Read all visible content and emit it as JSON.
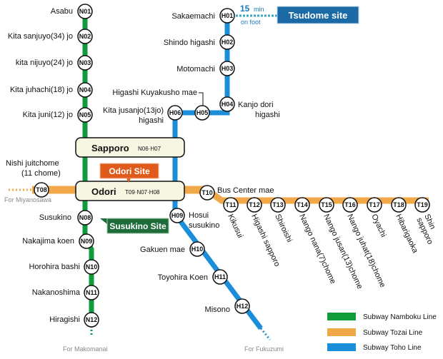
{
  "colors": {
    "namboku": "#119b3a",
    "tozai": "#f0a848",
    "toho": "#1a8ed8",
    "site_blue": "#1b6aa5",
    "site_orange": "#e05a1c",
    "site_green": "#1f6b3a"
  },
  "stations": {
    "N01": {
      "code": "N01",
      "name": "Asabu"
    },
    "N02": {
      "code": "N02",
      "name": "Kita sanjuyo(34) jo"
    },
    "N03": {
      "code": "N03",
      "name": "kita nijuyo(24) jo"
    },
    "N04": {
      "code": "N04",
      "name": "Kita juhachi(18) jo"
    },
    "N05": {
      "code": "N05",
      "name": "Kita juni(12) jo"
    },
    "N08": {
      "code": "N08",
      "name": "Susukino"
    },
    "N09": {
      "code": "N09",
      "name": "Nakajima koen"
    },
    "N10": {
      "code": "N10",
      "name": "Horohira bashi"
    },
    "N11": {
      "code": "N11",
      "name": "Nakanoshima"
    },
    "N12": {
      "code": "N12",
      "name": "Hiragishi"
    },
    "H01": {
      "code": "H01",
      "name": "Sakaemachi"
    },
    "H02": {
      "code": "H02",
      "name": "Shindo higashi"
    },
    "H03": {
      "code": "H03",
      "name": "Motomachi"
    },
    "H04": {
      "code": "H04",
      "name_1": "Kanjo dori",
      "name_2": "higashi"
    },
    "H05": {
      "code": "H05",
      "name": "Higashi Kuyakusho mae"
    },
    "H06": {
      "code": "H06",
      "name_1": "Kita jusanjo(13jo)",
      "name_2": "higashi"
    },
    "H09": {
      "code": "H09",
      "name_1": "Hosui",
      "name_2": "susukino"
    },
    "H10": {
      "code": "H10",
      "name": "Gakuen mae"
    },
    "H11": {
      "code": "H11",
      "name": "Toyohira Koen"
    },
    "H12": {
      "code": "H12",
      "name": "Misono"
    },
    "T08": {
      "code": "T08",
      "name_1": "Nishi juitchome",
      "name_2": "(11 chome)"
    },
    "T10": {
      "code": "T10",
      "name": "Bus Center mae"
    },
    "T11": {
      "code": "T11",
      "name": "Kikusui"
    },
    "T12": {
      "code": "T12",
      "name": "Higashi sapporo"
    },
    "T13": {
      "code": "T13",
      "name": "Shiroishi"
    },
    "T14": {
      "code": "T14",
      "name": "Nango nana(7)chome"
    },
    "T15": {
      "code": "T15",
      "name": "Nango jusan(13)chome"
    },
    "T16": {
      "code": "T16",
      "name": "Nango juhat(18)chome"
    },
    "T17": {
      "code": "T17",
      "name": "Oyachi"
    },
    "T18": {
      "code": "T18",
      "name": "Hibarigaoka"
    },
    "T19": {
      "code": "T19",
      "name_1": "Shin",
      "name_2": "sapporo"
    }
  },
  "hubs": {
    "sapporo": {
      "name": "Sapporo",
      "codes": "N06·H07"
    },
    "odori": {
      "name": "Odori",
      "codes": "T09·N07·H08"
    }
  },
  "sites": {
    "tsudome": "Tsudome site",
    "odori": "Odori Site",
    "susukino": "Susukino Site"
  },
  "walk": {
    "number": "15",
    "unit": "min",
    "note": "on foot"
  },
  "directions": {
    "miyanosawa": "For Miyanosawa",
    "makomanai": "For Makomanai",
    "fukuzumi": "For Fukuzumi"
  },
  "legend": [
    {
      "label": "Subway Namboku Line",
      "color": "#119b3a"
    },
    {
      "label": "Subway Tozai Line",
      "color": "#f0a848"
    },
    {
      "label": "Subway Toho Line",
      "color": "#1a8ed8"
    }
  ]
}
